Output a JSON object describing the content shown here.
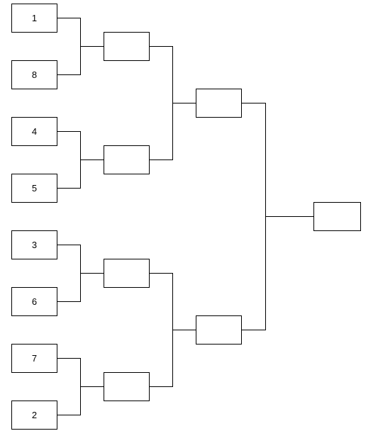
{
  "bracket": {
    "round1": [
      "1",
      "8",
      "4",
      "5",
      "3",
      "6",
      "7",
      "2"
    ],
    "round2": [
      "",
      "",
      "",
      ""
    ],
    "semifinal": [
      "",
      ""
    ],
    "final": [
      ""
    ]
  },
  "colors": {
    "line": "#000000",
    "box_fill": "#ffffff",
    "text": "#000000"
  }
}
